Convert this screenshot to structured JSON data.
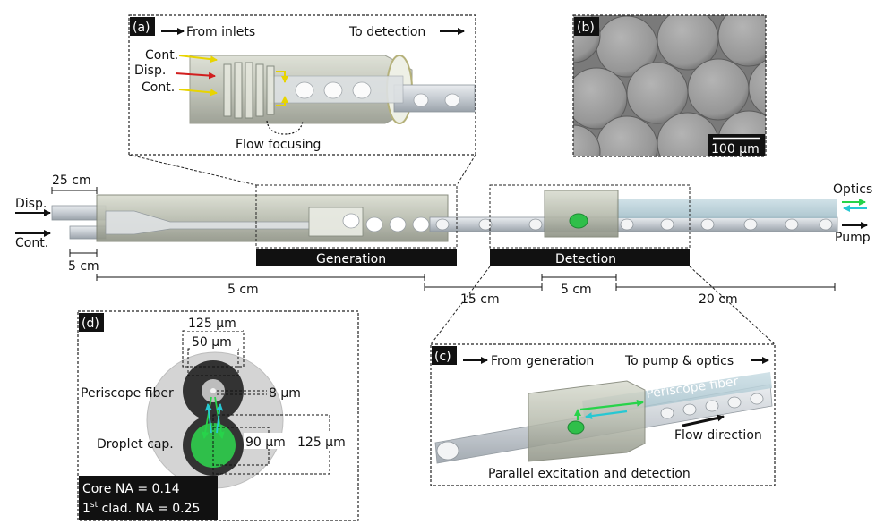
{
  "panels": {
    "a": {
      "tag": "(a)",
      "from_inlets": "From inlets",
      "to_detection": "To detection",
      "cont_top": "Cont.",
      "disp": "Disp.",
      "cont_bottom": "Cont.",
      "flow_focusing": "Flow focusing"
    },
    "b": {
      "tag": "(b)",
      "scalebar": "100 μm"
    },
    "c": {
      "tag": "(c)",
      "from_generation": "From generation",
      "to_pump_optics": "To pump & optics",
      "periscope_fiber": "Periscope fiber",
      "flow_direction": "Flow direction",
      "caption": "Parallel excitation and detection"
    },
    "d": {
      "tag": "(d)",
      "d125_top": "125 μm",
      "d50": "50 μm",
      "periscope_fiber": "Periscope fiber",
      "d8": "8 μm",
      "droplet_cap": "Droplet cap.",
      "d90": "90 μm",
      "d125_right": "125 μm",
      "core_na": "Core NA = 0.14",
      "clad_prefix": "1",
      "clad_sup": "st",
      "clad_suffix": " clad. NA = 0.25"
    }
  },
  "main": {
    "disp": "Disp.",
    "cont": "Cont.",
    "optics": "Optics",
    "pump": "Pump",
    "len_25cm": "25 cm",
    "len_5cm_small": "5 cm",
    "len_5cm_a": "5 cm",
    "len_15cm": "15 cm",
    "len_5cm_b": "5 cm",
    "len_20cm": "20 cm",
    "generation": "Generation",
    "detection": "Detection"
  },
  "colors": {
    "droplet_green": "#2fbf4a",
    "arrow_yellow": "#e8d400",
    "arrow_red": "#d11f1f",
    "optics_green": "#27d34a",
    "optics_cyan": "#27c8d3"
  }
}
